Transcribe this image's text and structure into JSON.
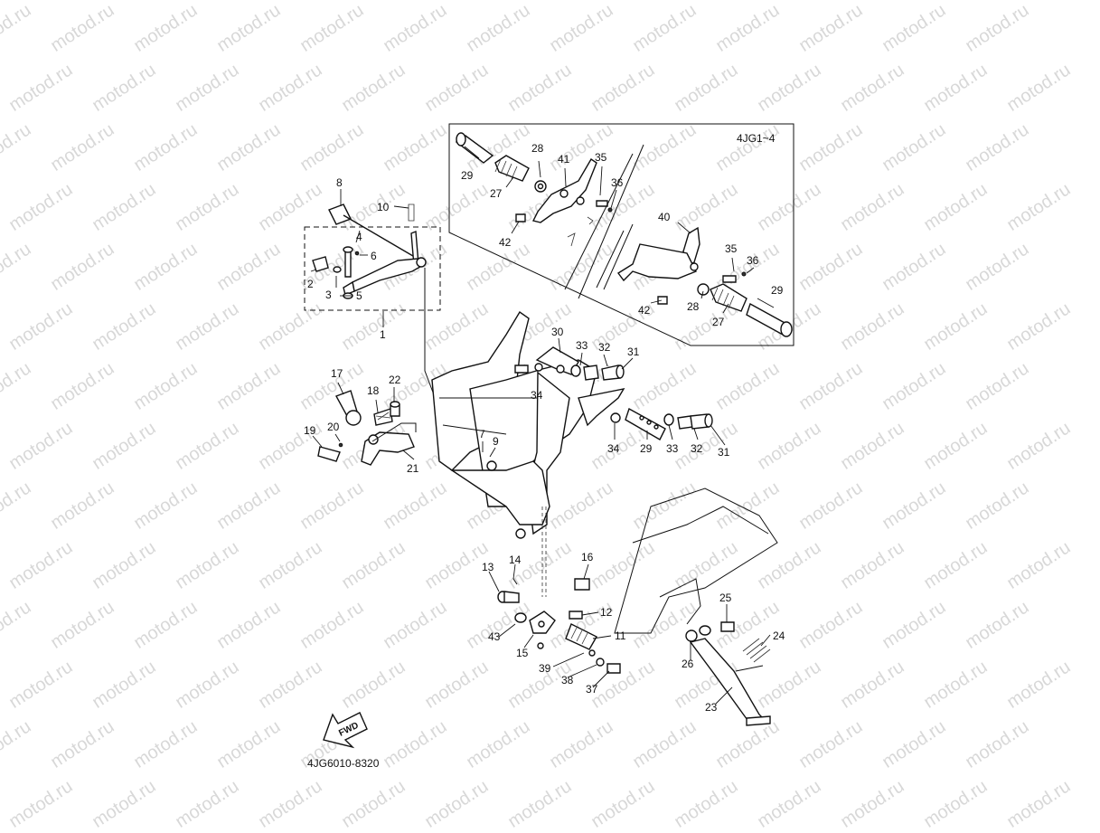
{
  "watermark": "motod.ru",
  "inset_label": "4JG1~4",
  "diagram_code": "4JG6010-8320",
  "fwd_label": "FWD",
  "callouts": {
    "c1": "1",
    "c2": "2",
    "c3": "3",
    "c4": "4",
    "c5": "5",
    "c6": "6",
    "c8": "8",
    "c10": "10",
    "c11": "11",
    "c12": "12",
    "c13": "13",
    "c14": "14",
    "c15": "15",
    "c16": "16",
    "c17": "17",
    "c18": "18",
    "c19": "19",
    "c20": "20",
    "c21": "21",
    "c22": "22",
    "c23": "23",
    "c24": "24",
    "c25": "25",
    "c26": "26",
    "c7": "7",
    "c9": "9",
    "m29a": "29",
    "m28": "28",
    "m41": "41",
    "m35a": "35",
    "m36a": "36",
    "m27a": "27",
    "m42a": "42",
    "m40": "40",
    "m35b": "35",
    "m36b": "36",
    "m29b": "29",
    "m42b": "42",
    "m28b": "28",
    "m27b": "27",
    "c30": "30",
    "c33a": "33",
    "c32a": "32",
    "c31a": "31",
    "c34a": "34",
    "c34b": "34",
    "c29": "29",
    "c33b": "33",
    "c32b": "32",
    "c31b": "31",
    "c43": "43",
    "c39": "39",
    "c38": "38",
    "c37": "37"
  }
}
